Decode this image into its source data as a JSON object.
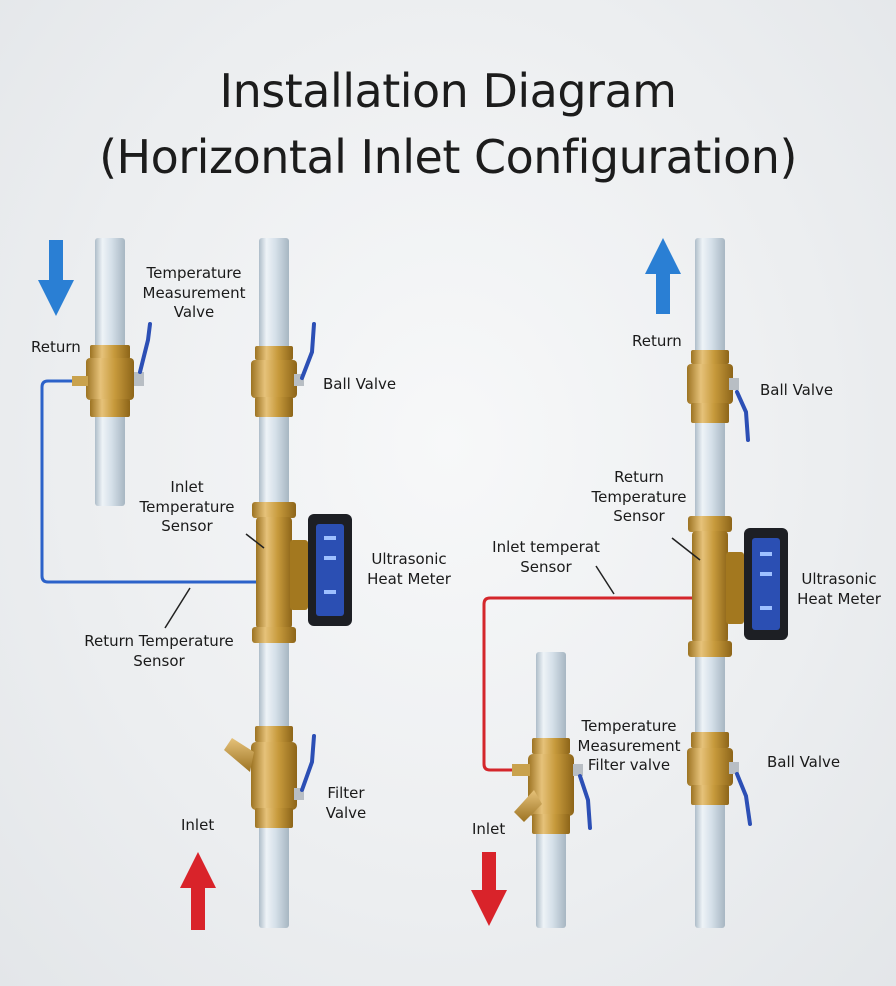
{
  "title": {
    "line1": "Installation Diagram",
    "line2": "(Horizontal Inlet Configuration)"
  },
  "left_diagram": {
    "return_label": "Return",
    "temp_measurement_valve_label": "Temperature\nMeasurement\nValve",
    "ball_valve_label": "Ball Valve",
    "inlet_temp_sensor_label": "Inlet\nTemperature\nSensor",
    "heat_meter_label": "Ultrasonic\nHeat Meter",
    "return_temp_sensor_label": "Return Temperature\nSensor",
    "filter_valve_label": "Filter\nValve",
    "inlet_label": "Inlet"
  },
  "right_diagram": {
    "return_label": "Return",
    "ball_valve_top_label": "Ball Valve",
    "return_temp_sensor_label": "Return\nTemperature\nSensor",
    "inlet_temp_sensor_label": "Inlet temperat\nSensor",
    "heat_meter_label": "Ultrasonic\nHeat Meter",
    "temp_measurement_filter_label": "Temperature\nMeasurement\nFilter valve",
    "ball_valve_bottom_label": "Ball Valve",
    "inlet_label": "Inlet"
  },
  "colors": {
    "flow_in_arrow": "#d9232a",
    "flow_out_arrow": "#2a7fd4",
    "inlet_wire": "#d4262b",
    "return_wire": "#2c62c9",
    "brass": "#c79a3c",
    "pipe": "#d7e1ea",
    "meter_body": "#1d1f24",
    "meter_display": "#2b4fb3"
  }
}
